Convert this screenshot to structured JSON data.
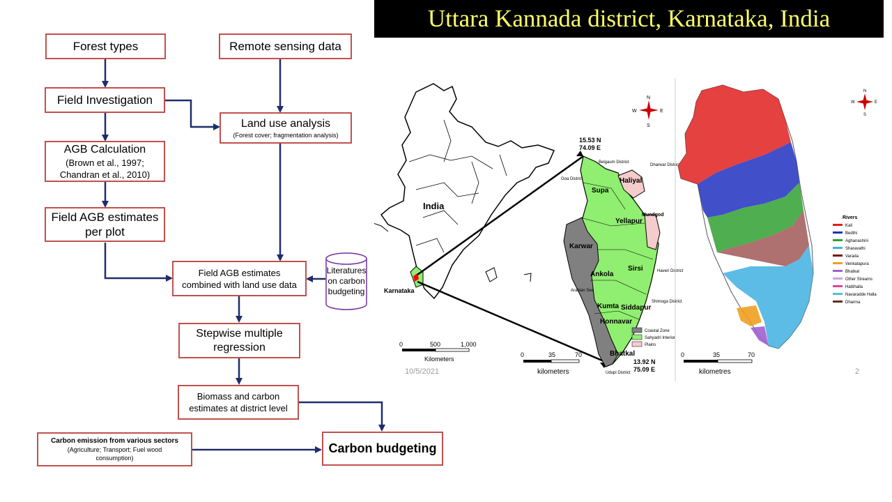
{
  "title": "Uttara Kannada district, Karnataka, India",
  "flowchart": {
    "forest_types": "Forest types",
    "remote_sensing": "Remote sensing data",
    "field_investigation": "Field Investigation",
    "land_use_title": "Land use analysis",
    "land_use_sub": "(Forest cover; fragmentation analysis)",
    "agb_title": "AGB Calculation",
    "agb_ref1": "(Brown et al., 1997;",
    "agb_ref2": "Chandran et al., 2010)",
    "field_agb_line1": "Field AGB estimates",
    "field_agb_line2": "per plot",
    "combined_line1": "Field AGB estimates",
    "combined_line2": "combined with land use data",
    "literature_line1": "Literatures",
    "literature_line2": "on carbon",
    "literature_line3": "budgeting",
    "regression_line1": "Stepwise multiple",
    "regression_line2": "regression",
    "biomass_line1": "Biomass and carbon",
    "biomass_line2": "estimates at district level",
    "emission_title": "Carbon emission from various sectors",
    "emission_sub1": "(Agriculture; Transport; Fuel wood",
    "emission_sub2": "consumption)",
    "carbon_budgeting": "Carbon budgeting"
  },
  "india_map": {
    "country_label": "India",
    "state_label": "Karnataka",
    "scale_ticks": [
      "0",
      "500",
      "1,000"
    ],
    "scale_unit": "Kilometers",
    "date": "10/5/2021"
  },
  "district_map": {
    "coord_top_lat": "15.53 N",
    "coord_top_lon": "74.09 E",
    "coord_bottom_lat": "13.92 N",
    "coord_bottom_lon": "75.09 E",
    "neighbors": [
      "Belgaum District",
      "Goa District",
      "Dharwar District",
      "Haveri District",
      "Arabian Sea",
      "Shimoga District",
      "Udupi District"
    ],
    "taluks": [
      "Supa",
      "Haliyal",
      "Yellapur",
      "Mundgod",
      "Karwar",
      "Ankola",
      "Sirsi",
      "Kumta",
      "Siddapur",
      "Honnavar",
      "Bhatkal"
    ],
    "legend": [
      {
        "label": "Coastal Zone",
        "color": "#808080"
      },
      {
        "label": "Sahyadri Interior",
        "color": "#90ee70"
      },
      {
        "label": "Plains",
        "color": "#f4cccc"
      }
    ],
    "scale_ticks": [
      "0",
      "35",
      "70"
    ],
    "scale_unit": "kilometers"
  },
  "rivers_map": {
    "legend_title": "Rivers",
    "legend": [
      {
        "label": "Kali",
        "color": "#e02020"
      },
      {
        "label": "Bedthi",
        "color": "#2030c0"
      },
      {
        "label": "Aghanashini",
        "color": "#30a030"
      },
      {
        "label": "Sharavathi",
        "color": "#40b0e0"
      },
      {
        "label": "Varada",
        "color": "#7a1010"
      },
      {
        "label": "Venkatapura",
        "color": "#f0a020"
      },
      {
        "label": "Bhatkal",
        "color": "#a060d0"
      },
      {
        "label": "Other Streams",
        "color": "#d0a0e0"
      },
      {
        "label": "Hattihalla",
        "color": "#e040a0"
      },
      {
        "label": "Navaradde Halla",
        "color": "#50c0d0"
      },
      {
        "label": "Dharma",
        "color": "#603020"
      }
    ],
    "scale_ticks": [
      "0",
      "35",
      "70"
    ],
    "scale_unit": "kilometres",
    "page_number": "2"
  },
  "colors": {
    "box_border": "#c0504d",
    "arrow": "#1f2d6b",
    "title_text": "#ffff66",
    "cylinder_border": "#7030a0"
  }
}
